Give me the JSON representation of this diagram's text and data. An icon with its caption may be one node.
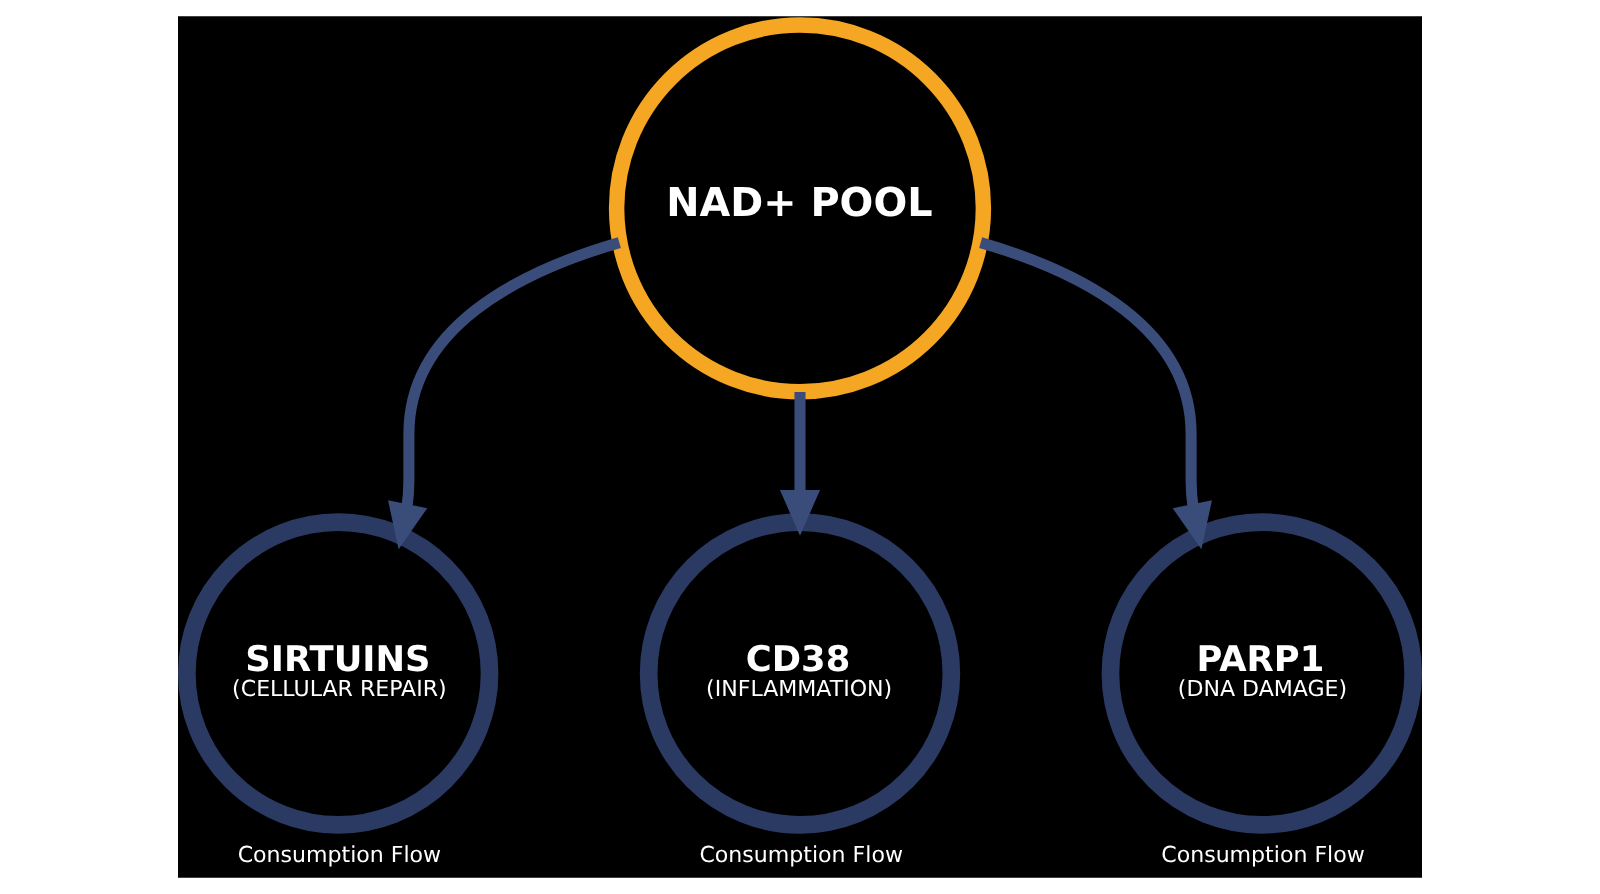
{
  "diagram": {
    "nodes": [
      {
        "text": [
          "NAD+ POOL"
        ]
      },
      {
        "text": [
          "SIRTUINS",
          "(CELLULAR REPAIR)"
        ],
        "beside": [
          "Consumption Flow"
        ]
      },
      {
        "text": [
          "CD38",
          "(INFLAMMATION)"
        ],
        "beside": [
          "Consumption Flow"
        ]
      },
      {
        "text": [
          "PARP1",
          "(DNA DAMAGE)"
        ],
        "beside": [
          "Consumption Flow"
        ]
      }
    ],
    "edges": [
      {
        "from": 0,
        "to": 1,
        "arrow": "to"
      },
      {
        "from": 0,
        "to": 2,
        "arrow": "to"
      },
      {
        "from": 0,
        "to": 3,
        "arrow": "to"
      }
    ]
  }
}
